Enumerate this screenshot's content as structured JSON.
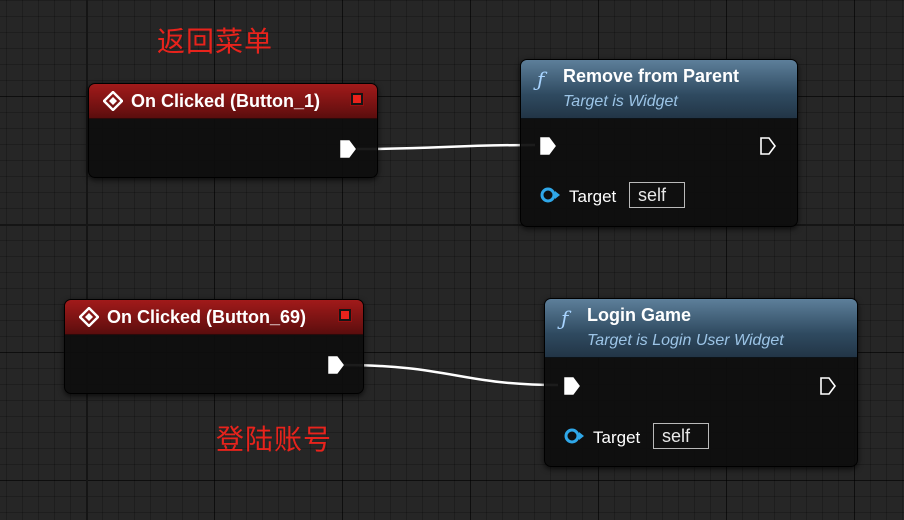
{
  "comments": {
    "back_to_menu": "返回菜单",
    "login_account": "登陆账号"
  },
  "nodes": {
    "event_button_1": {
      "title": "On Clicked (Button_1)",
      "header_color": "#8b1515",
      "stop_color": "#e8231c"
    },
    "remove_from_parent": {
      "icon": "function-icon",
      "title": "Remove from Parent",
      "subtitle": "Target is Widget",
      "header_color": "#3f5f78",
      "target_label": "Target",
      "target_value": "self"
    },
    "event_button_69": {
      "title": "On Clicked (Button_69)",
      "header_color": "#8b1515",
      "stop_color": "#e8231c"
    },
    "login_game": {
      "icon": "function-icon",
      "title": "Login Game",
      "subtitle": "Target is Login User Widget",
      "header_color": "#3f5f78",
      "target_label": "Target",
      "target_value": "self"
    }
  },
  "colors": {
    "grid_background": "#262626",
    "comment_text": "#e8231c",
    "exec_wire": "#ffffff",
    "object_pin": "#2fa7e8"
  }
}
